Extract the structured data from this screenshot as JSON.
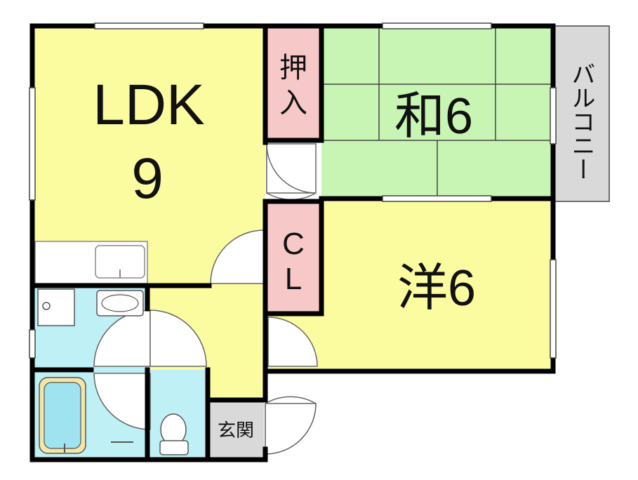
{
  "rooms": {
    "ldk": {
      "name": "LDK",
      "size": "9",
      "color": "#fbfba0"
    },
    "washitsu": {
      "name": "和6",
      "color": "#c8f5b4"
    },
    "youshitsu": {
      "name": "洋6",
      "color": "#fbfba0"
    },
    "oshiire": {
      "name_line1": "押",
      "name_line2": "入",
      "color": "#f7c8c8"
    },
    "closet": {
      "name_line1": "C",
      "name_line2": "L",
      "color": "#f7c8c8"
    },
    "balcony": {
      "name": "バルコニー",
      "color": "#d9d9d9"
    },
    "genkan": {
      "name": "玄関",
      "color": "#d9d9d9"
    },
    "wet_area": {
      "color": "#bff0f5"
    }
  },
  "colors": {
    "wall": "#000000",
    "fixture_stroke": "#777777"
  }
}
